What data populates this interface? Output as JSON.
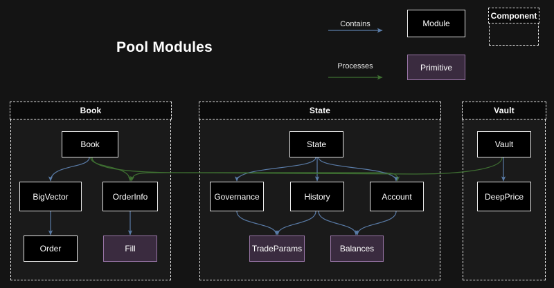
{
  "diagram": {
    "title": "Pool Modules",
    "background": "#141414",
    "colors": {
      "contains_edge": "#5a7ca8",
      "processes_edge": "#3f7032",
      "module_border": "#e9e9e9",
      "module_fill": "#000000",
      "primitive_fill": "#3a2b3f",
      "primitive_border": "#9a76a8",
      "container_border": "#e9e9e9",
      "container_fill": "#1a1a1a",
      "text": "#ffffff"
    }
  },
  "legend": {
    "contains_label": "Contains",
    "processes_label": "Processes",
    "module_label": "Module",
    "primitive_label": "Primitive",
    "component_label": "Component"
  },
  "containers": [
    {
      "id": "book",
      "label": "Book"
    },
    {
      "id": "state",
      "label": "State"
    },
    {
      "id": "vault",
      "label": "Vault"
    }
  ],
  "nodes": [
    {
      "id": "book",
      "label": "Book",
      "type": "module",
      "container": "book"
    },
    {
      "id": "bigvector",
      "label": "BigVector",
      "type": "module",
      "container": "book"
    },
    {
      "id": "orderinfo",
      "label": "OrderInfo",
      "type": "module",
      "container": "book"
    },
    {
      "id": "order",
      "label": "Order",
      "type": "module",
      "container": "book"
    },
    {
      "id": "fill",
      "label": "Fill",
      "type": "primitive",
      "container": "book"
    },
    {
      "id": "state",
      "label": "State",
      "type": "module",
      "container": "state"
    },
    {
      "id": "governance",
      "label": "Governance",
      "type": "module",
      "container": "state"
    },
    {
      "id": "history",
      "label": "History",
      "type": "module",
      "container": "state"
    },
    {
      "id": "account",
      "label": "Account",
      "type": "module",
      "container": "state"
    },
    {
      "id": "tradeparams",
      "label": "TradeParams",
      "type": "primitive",
      "container": "state"
    },
    {
      "id": "balances",
      "label": "Balances",
      "type": "primitive",
      "container": "state"
    },
    {
      "id": "vault",
      "label": "Vault",
      "type": "module",
      "container": "vault"
    },
    {
      "id": "deepprice",
      "label": "DeepPrice",
      "type": "module",
      "container": "vault"
    }
  ],
  "edges": [
    {
      "from": "book",
      "to": "bigvector",
      "kind": "contains"
    },
    {
      "from": "bigvector",
      "to": "order",
      "kind": "contains"
    },
    {
      "from": "orderinfo",
      "to": "fill",
      "kind": "contains"
    },
    {
      "from": "book",
      "to": "orderinfo",
      "kind": "processes"
    },
    {
      "from": "book",
      "to": "account",
      "kind": "processes"
    },
    {
      "from": "state",
      "to": "governance",
      "kind": "contains"
    },
    {
      "from": "state",
      "to": "history",
      "kind": "contains"
    },
    {
      "from": "state",
      "to": "account",
      "kind": "contains"
    },
    {
      "from": "governance",
      "to": "tradeparams",
      "kind": "contains"
    },
    {
      "from": "history",
      "to": "tradeparams",
      "kind": "contains"
    },
    {
      "from": "history",
      "to": "balances",
      "kind": "contains"
    },
    {
      "from": "account",
      "to": "balances",
      "kind": "contains"
    },
    {
      "from": "vault",
      "to": "deepprice",
      "kind": "contains"
    },
    {
      "from": "vault",
      "to": "orderinfo",
      "kind": "processes"
    }
  ]
}
